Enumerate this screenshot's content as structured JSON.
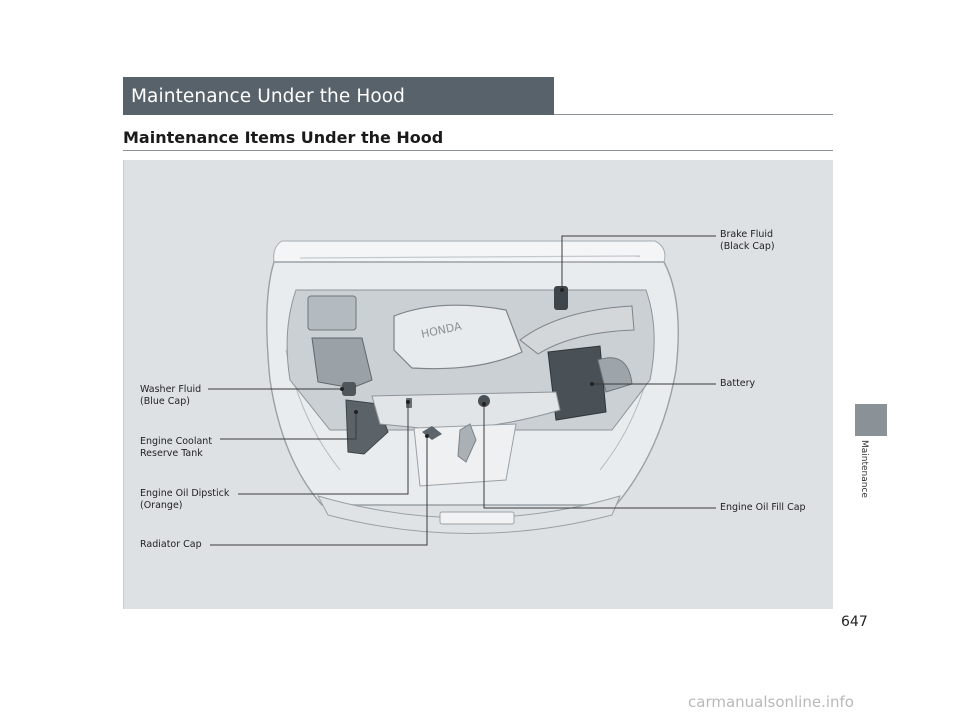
{
  "header": {
    "section_title": "Maintenance Under the Hood",
    "subsection_title": "Maintenance Items Under the Hood"
  },
  "callouts": {
    "brake_fluid": "Brake Fluid\n(Black Cap)",
    "battery": "Battery",
    "washer_fluid": "Washer Fluid\n(Blue Cap)",
    "engine_coolant": "Engine Coolant\nReserve Tank",
    "engine_oil_dipstick": "Engine Oil Dipstick\n(Orange)",
    "engine_oil_fill_cap": "Engine Oil Fill Cap",
    "radiator_cap": "Radiator Cap"
  },
  "illustration": {
    "engine_badge": "HONDA"
  },
  "side_tab": {
    "label": "Maintenance"
  },
  "page_number": "647",
  "watermark": "carmanualsonline.info",
  "colors": {
    "banner": "#57626a",
    "panel": "#dde1e4",
    "tab": "#8a9298"
  }
}
